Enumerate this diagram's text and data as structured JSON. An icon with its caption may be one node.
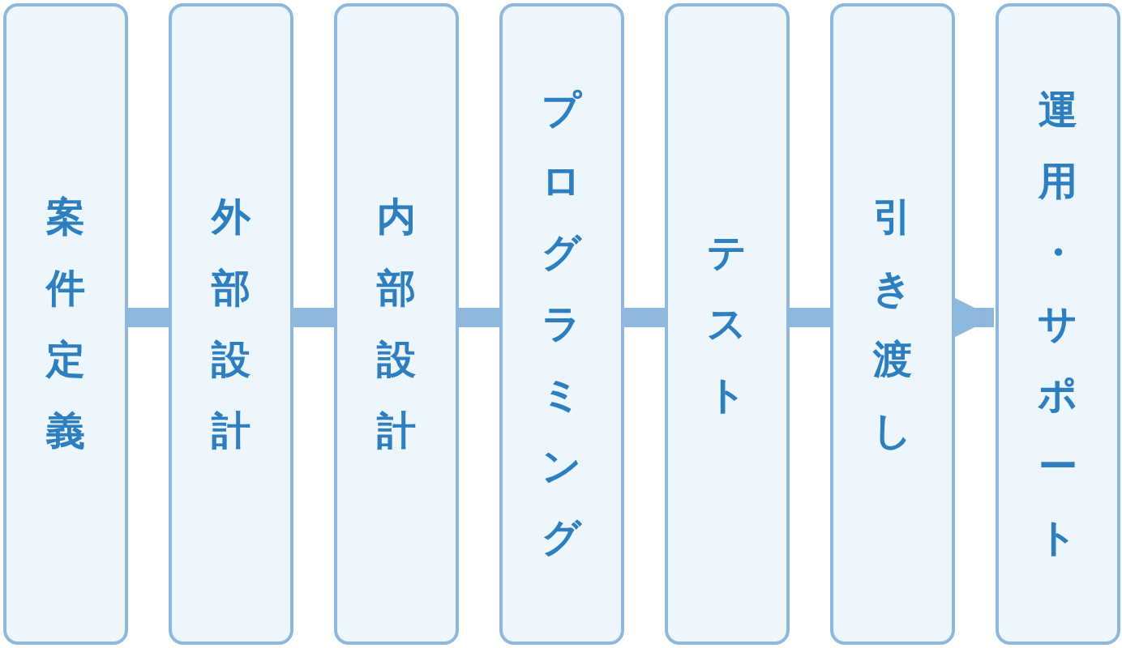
{
  "diagram": {
    "nodes": [
      {
        "text": [
          "案件定義"
        ]
      },
      {
        "text": [
          "外部設計"
        ]
      },
      {
        "text": [
          "内部設計"
        ]
      },
      {
        "text": [
          "プログラミング"
        ]
      },
      {
        "text": [
          "テスト"
        ]
      },
      {
        "text": [
          "引き渡し"
        ]
      },
      {
        "text": [
          "運用・サポート"
        ]
      }
    ],
    "edges": [
      {
        "from": 0,
        "to": 1,
        "arrow": "none"
      },
      {
        "from": 1,
        "to": 2,
        "arrow": "none"
      },
      {
        "from": 2,
        "to": 3,
        "arrow": "none"
      },
      {
        "from": 3,
        "to": 4,
        "arrow": "none"
      },
      {
        "from": 4,
        "to": 5,
        "arrow": "none"
      },
      {
        "from": 5,
        "to": 6,
        "arrow": "to"
      }
    ]
  }
}
